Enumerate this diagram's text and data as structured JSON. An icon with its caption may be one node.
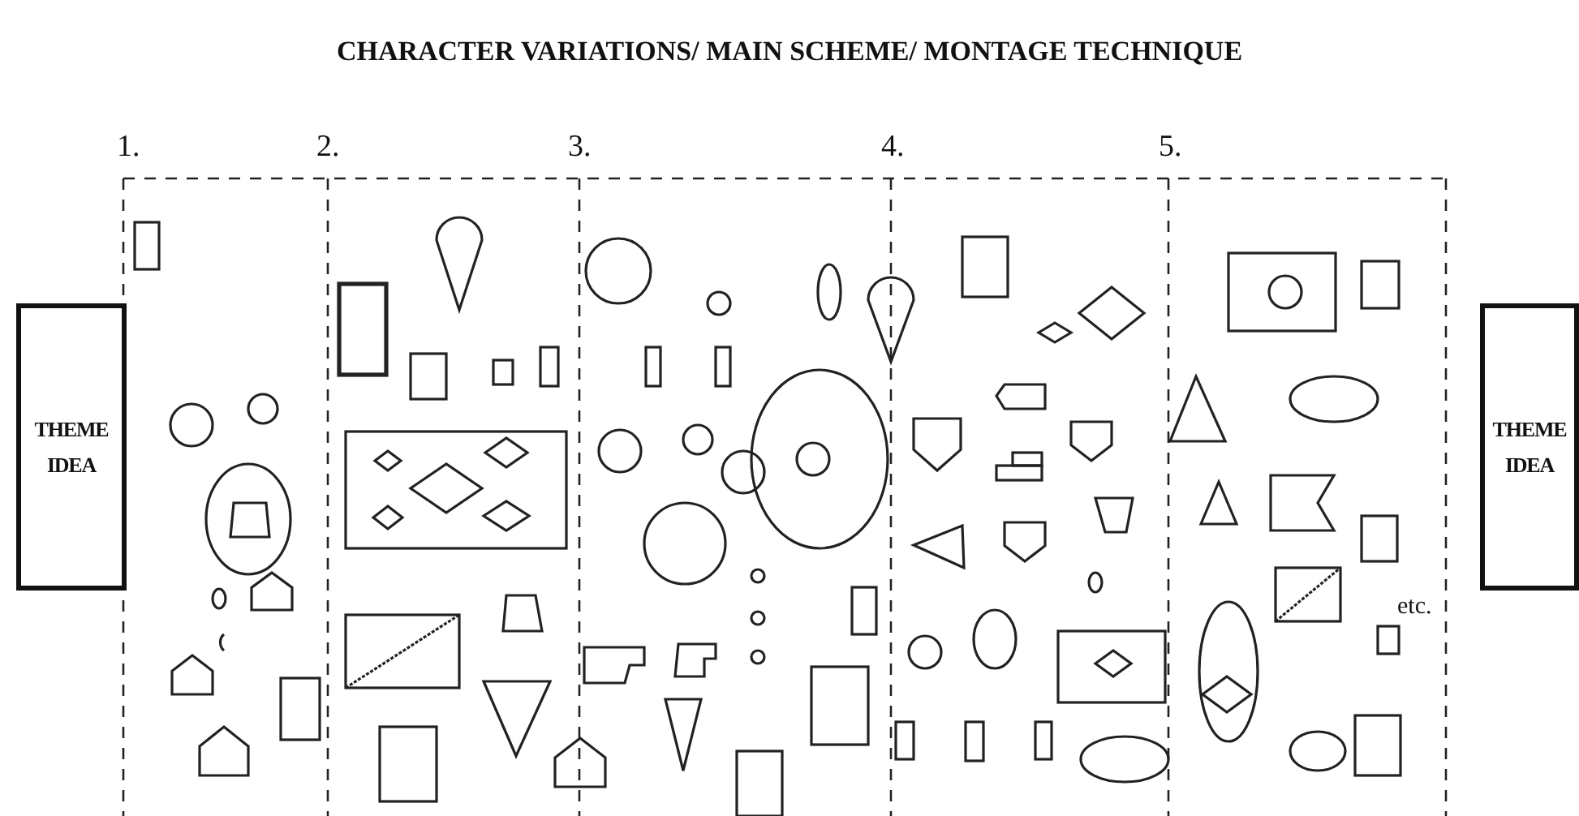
{
  "diagram": {
    "title": "CHARACTER VARIATIONS/ MAIN SCHEME/ MONTAGE TECHNIQUE",
    "nodes": [
      {
        "text": [
          "THEME IDEA"
        ]
      },
      {
        "text": [
          "THEME IDEA"
        ]
      }
    ],
    "labels": [
      "1.",
      "2.",
      "3.",
      "4.",
      "5.",
      "etc."
    ]
  }
}
